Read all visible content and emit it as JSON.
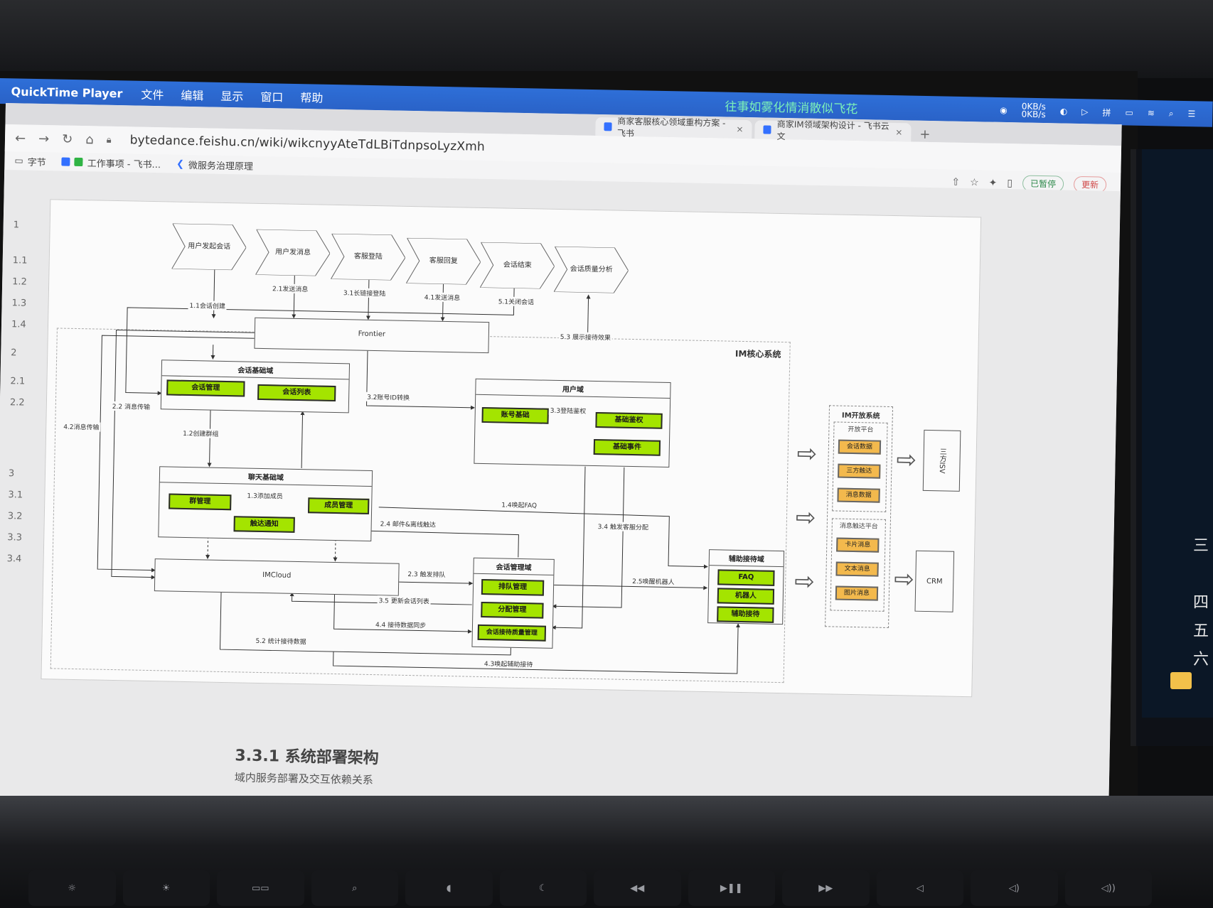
{
  "menubar": {
    "app_name": "QuickTime Player",
    "items": [
      "文件",
      "编辑",
      "显示",
      "窗口",
      "帮助"
    ],
    "lyric": "往事如雾化情消散似飞花",
    "net_up": "0KB/s",
    "net_down": "0KB/s"
  },
  "browser": {
    "tabs": [
      {
        "title": "商家客服核心领域重构方案 - 飞书"
      },
      {
        "title": "商家IM领域架构设计 - 飞书云文"
      }
    ],
    "url": "bytedance.feishu.cn/wiki/wikcnyyAteTdLBiTdnpsoLyzXmh",
    "bookmarks": [
      "字节",
      "工作事项 - 飞书...",
      "微服务治理原理"
    ],
    "status_pill": "已暂停",
    "update_pill": "更新"
  },
  "doc": {
    "heading": "3.3.1 系统部署架构",
    "subheading": "域内服务部署及交互依赖关系",
    "side_numbers": [
      "1",
      "1.1",
      "1.2",
      "1.3",
      "1.4",
      "2",
      "2.1",
      "2.2",
      "3",
      "3.1",
      "3.2",
      "3.3",
      "3.4"
    ]
  },
  "diagram": {
    "stages": [
      "用户发起会话",
      "用户发消息",
      "客服登陆",
      "客服回复",
      "会话结束",
      "会话质量分析"
    ],
    "frontier": "Frontier",
    "core_title": "IM核心系统",
    "session_domain": {
      "title": "会话基础域",
      "items": [
        "会话管理",
        "会话列表"
      ]
    },
    "user_domain": {
      "title": "用户域",
      "items": [
        "账号基础",
        "基础鉴权",
        "基础事件"
      ]
    },
    "chat_domain": {
      "title": "聊天基础域",
      "items": [
        "群管理",
        "成员管理",
        "触达通知"
      ]
    },
    "imcloud": "IMCloud",
    "session_mgmt_domain": {
      "title": "会话管理域",
      "items": [
        "排队管理",
        "分配管理",
        "会话接待质量管理"
      ]
    },
    "assist_domain": {
      "title": "辅助接待域",
      "items": [
        "FAQ",
        "机器人",
        "辅助接待"
      ]
    },
    "open_system": {
      "title": "IM开放系统",
      "platform_title": "开放平台",
      "platform_items": [
        "会话数据",
        "三方触达",
        "消息数据"
      ],
      "reach_title": "消息触达平台",
      "reach_items": [
        "卡片消息",
        "文本消息",
        "图片消息"
      ]
    },
    "external": [
      "三方ISV",
      "CRM"
    ],
    "edges": [
      "1.1会话创建",
      "2.1发送消息",
      "3.1长链接登陆",
      "4.1发送消息",
      "5.1关闭会话",
      "5.3 展示接待效果",
      "3.2账号ID转换",
      "3.3登陆鉴权",
      "2.2 消息传输",
      "4.2消息传输",
      "1.2创建群组",
      "1.3添加成员",
      "2.4 邮件&离线触达",
      "1.4唤起FAQ",
      "3.4 触发客服分配",
      "2.3 触发排队",
      "2.5唤醒机器人",
      "3.5 更新会话列表",
      "4.4 接待数据同步",
      "5.2 统计接待数据",
      "4.3唤起辅助接待"
    ]
  }
}
